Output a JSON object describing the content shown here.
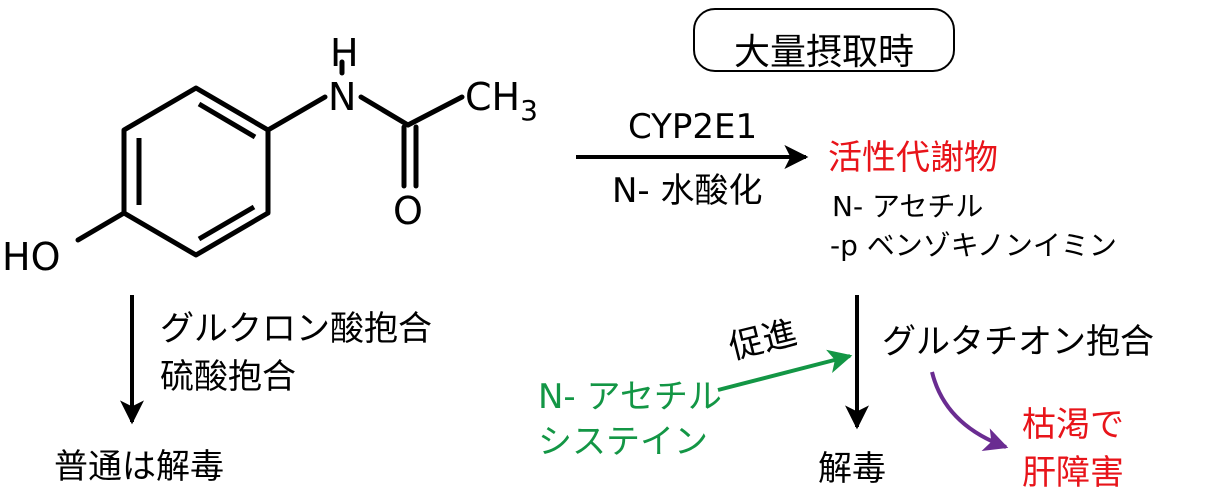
{
  "molecule": {
    "atom_H": "H",
    "atom_N": "N",
    "atom_O": "O",
    "group_CH3_main": "CH",
    "group_CH3_sub": "3",
    "group_HO": "HO"
  },
  "pathway_normal": {
    "conjugation_1": "グルクロン酸抱合",
    "conjugation_2": "硫酸抱合",
    "result": "普通は解毒"
  },
  "overdose": {
    "badge": "大量摂取時",
    "enzyme": "CYP2E1",
    "reaction": "N- 水酸化",
    "metabolite_label": "活性代謝物",
    "metabolite_name_1": "N- アセチル",
    "metabolite_name_2": "-p ベンゾキノンイミン",
    "conjugation": "グルタチオン抱合",
    "detox": "解毒",
    "depletion_1": "枯渇で",
    "depletion_2": "肝障害"
  },
  "antidote": {
    "label": "促進",
    "name_1": "N- アセチル",
    "name_2": "システイン"
  },
  "colors": {
    "toxic": "#e8141a",
    "antidote": "#139645",
    "depletion_arrow": "#6a2c91"
  }
}
